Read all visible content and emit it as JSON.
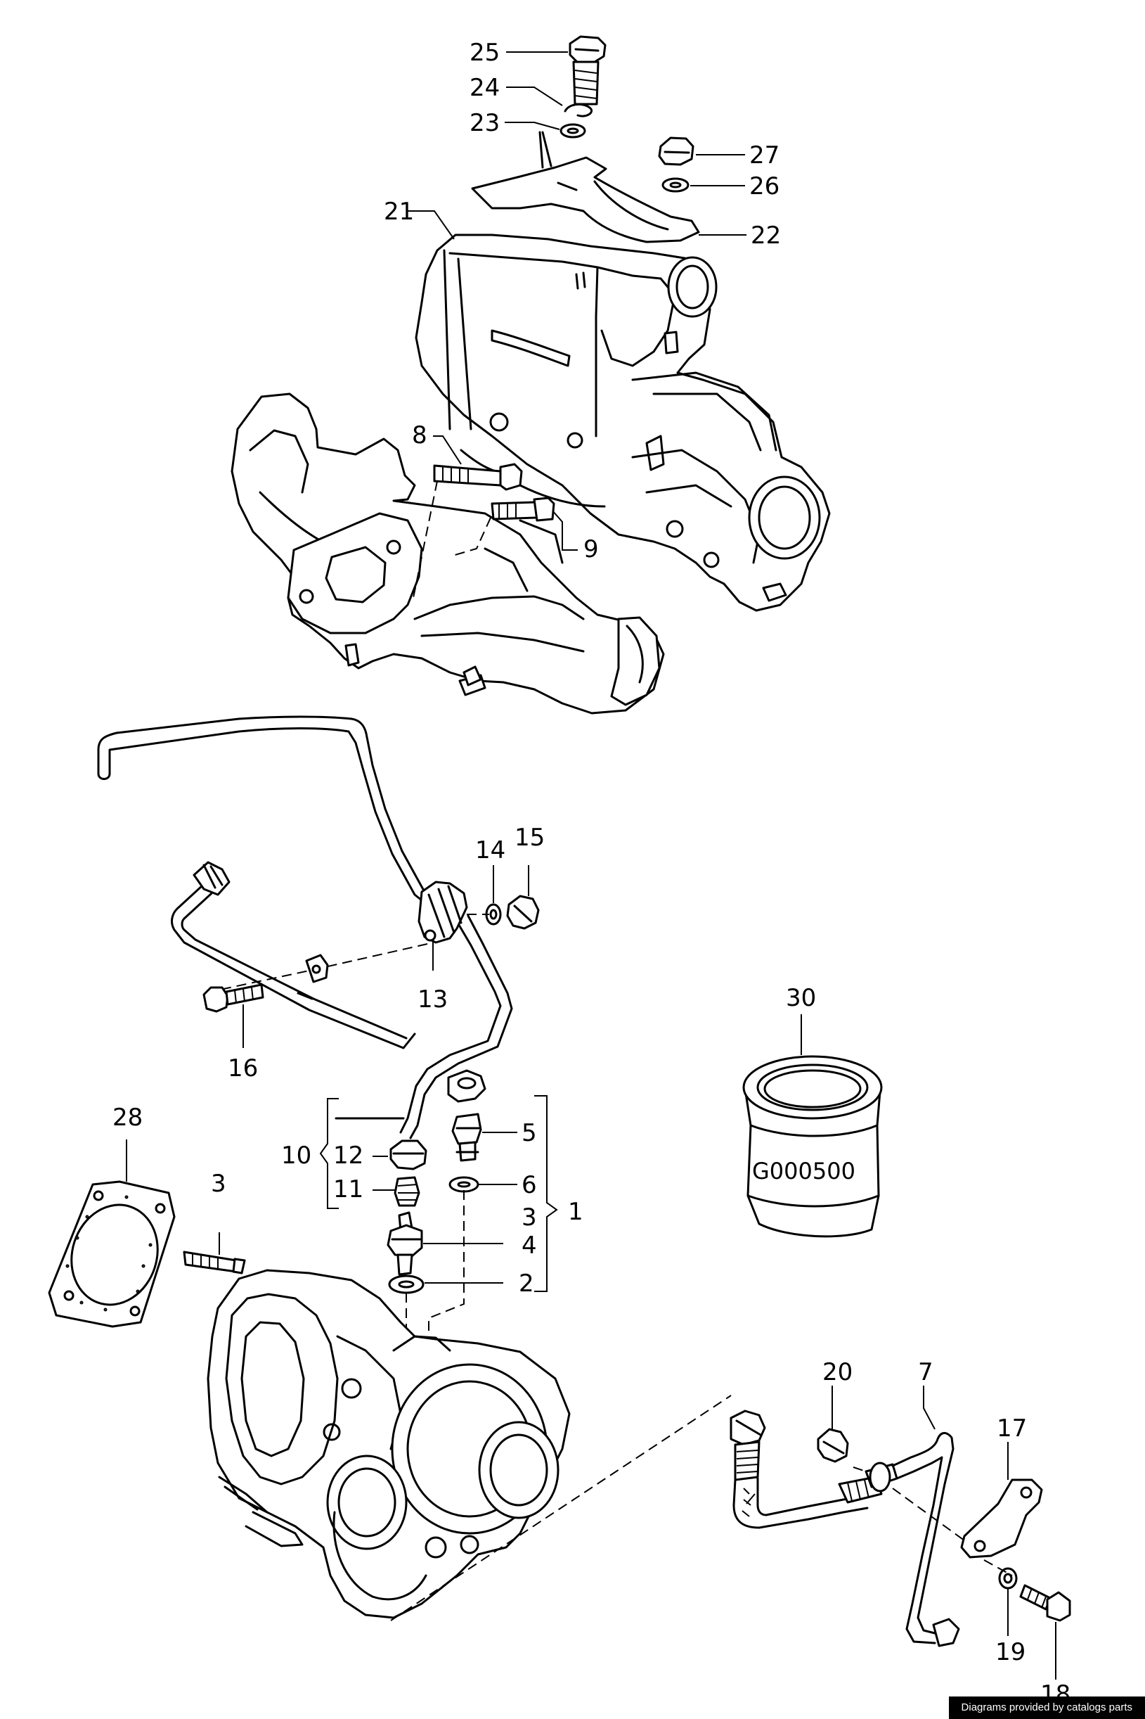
{
  "callouts": [
    {
      "id": "25",
      "text": "25"
    },
    {
      "id": "24",
      "text": "24"
    },
    {
      "id": "23",
      "text": "23"
    },
    {
      "id": "27",
      "text": "27"
    },
    {
      "id": "26",
      "text": "26"
    },
    {
      "id": "21",
      "text": "21"
    },
    {
      "id": "22",
      "text": "22"
    },
    {
      "id": "8",
      "text": "8"
    },
    {
      "id": "9",
      "text": "9"
    },
    {
      "id": "14",
      "text": "14"
    },
    {
      "id": "15",
      "text": "15"
    },
    {
      "id": "13",
      "text": "13"
    },
    {
      "id": "16",
      "text": "16"
    },
    {
      "id": "30",
      "text": "30"
    },
    {
      "id": "28",
      "text": "28"
    },
    {
      "id": "10",
      "text": "10"
    },
    {
      "id": "12",
      "text": "12"
    },
    {
      "id": "11",
      "text": "11"
    },
    {
      "id": "5",
      "text": "5"
    },
    {
      "id": "6",
      "text": "6"
    },
    {
      "id": "3a",
      "text": "3"
    },
    {
      "id": "3b",
      "text": "3"
    },
    {
      "id": "1",
      "text": "1"
    },
    {
      "id": "4",
      "text": "4"
    },
    {
      "id": "2",
      "text": "2"
    },
    {
      "id": "20",
      "text": "20"
    },
    {
      "id": "7",
      "text": "7"
    },
    {
      "id": "17",
      "text": "17"
    },
    {
      "id": "19",
      "text": "19"
    },
    {
      "id": "18",
      "text": "18"
    }
  ],
  "filter_label": "G000500",
  "footer_credit": "Diagrams provided by catalogs parts"
}
